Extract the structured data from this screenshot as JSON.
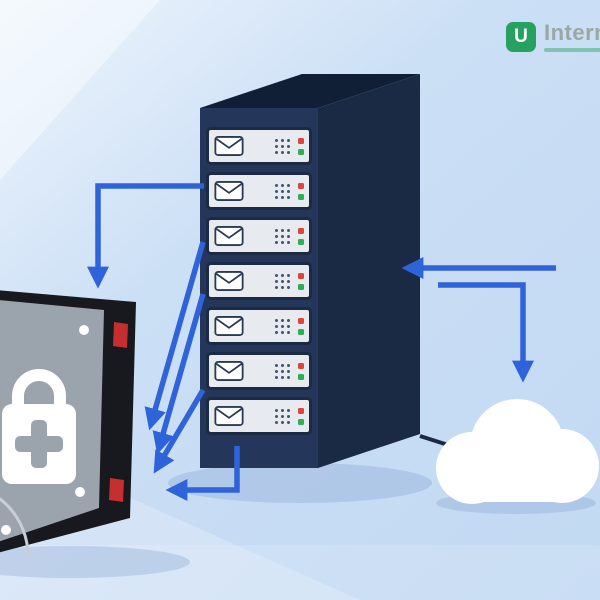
{
  "logo": {
    "wordmark": "Intern",
    "icon_letter": "U",
    "brand_color": "#27A15F",
    "wordmark_color": "#9AA7A3"
  },
  "scene": {
    "background_color": "#CBDFF5",
    "arrows": {
      "color": "#2E63D9",
      "count": 7
    },
    "server_rack": {
      "rows": 7,
      "front_color": "#24365A",
      "side_color": "#1B2A44",
      "top_color": "#111F36",
      "row_bg": "#E7EAEF",
      "row_border": "#1C2B44",
      "vent_dot_color": "#44546E",
      "led_top_color": "#E04438",
      "led_bottom_color": "#2FAE54",
      "row_icon": "envelope-icon"
    },
    "hard_drive": {
      "body_color": "#9BA3AD",
      "border_color": "#17191F",
      "accent_color": "#C62F2F",
      "lock_color": "#FFFFFF",
      "icon": "padlock-icon"
    },
    "cloud": {
      "fill": "#FFFFFF",
      "icon": "cloud-icon"
    }
  }
}
